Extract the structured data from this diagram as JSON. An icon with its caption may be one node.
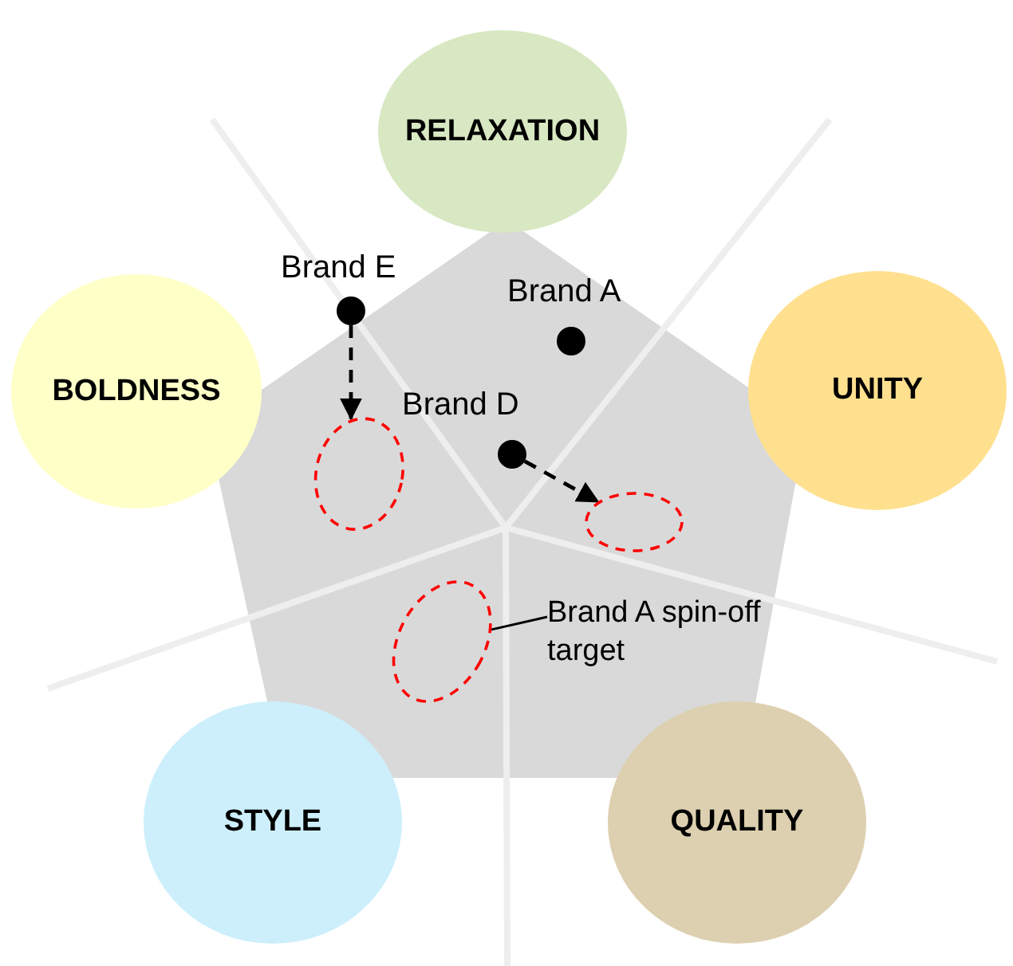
{
  "diagram": {
    "nodes": [
      {
        "text": [
          "RELAXATION"
        ]
      },
      {
        "text": [
          "BOLDNESS"
        ]
      },
      {
        "text": [
          "UNITY"
        ]
      },
      {
        "text": [
          "STYLE"
        ]
      },
      {
        "text": [
          "QUALITY"
        ]
      },
      {
        "text": [
          "Brand E"
        ]
      },
      {
        "text": [
          "Brand A"
        ]
      },
      {
        "text": [
          "Brand D"
        ]
      },
      {
        "text": [],
        "shape": "ellipse"
      },
      {
        "text": [],
        "shape": "ellipse"
      },
      {
        "text": [],
        "shape": "ellipse"
      },
      {
        "text": [
          "Brand A spin-off target"
        ]
      }
    ],
    "edges": [
      {
        "from": 5,
        "to": 8,
        "arrow": "to",
        "style": "dashed"
      },
      {
        "from": 7,
        "to": 9,
        "arrow": "to",
        "style": "dashed"
      },
      {
        "from": 11,
        "to": 10,
        "arrow": "none"
      }
    ]
  }
}
